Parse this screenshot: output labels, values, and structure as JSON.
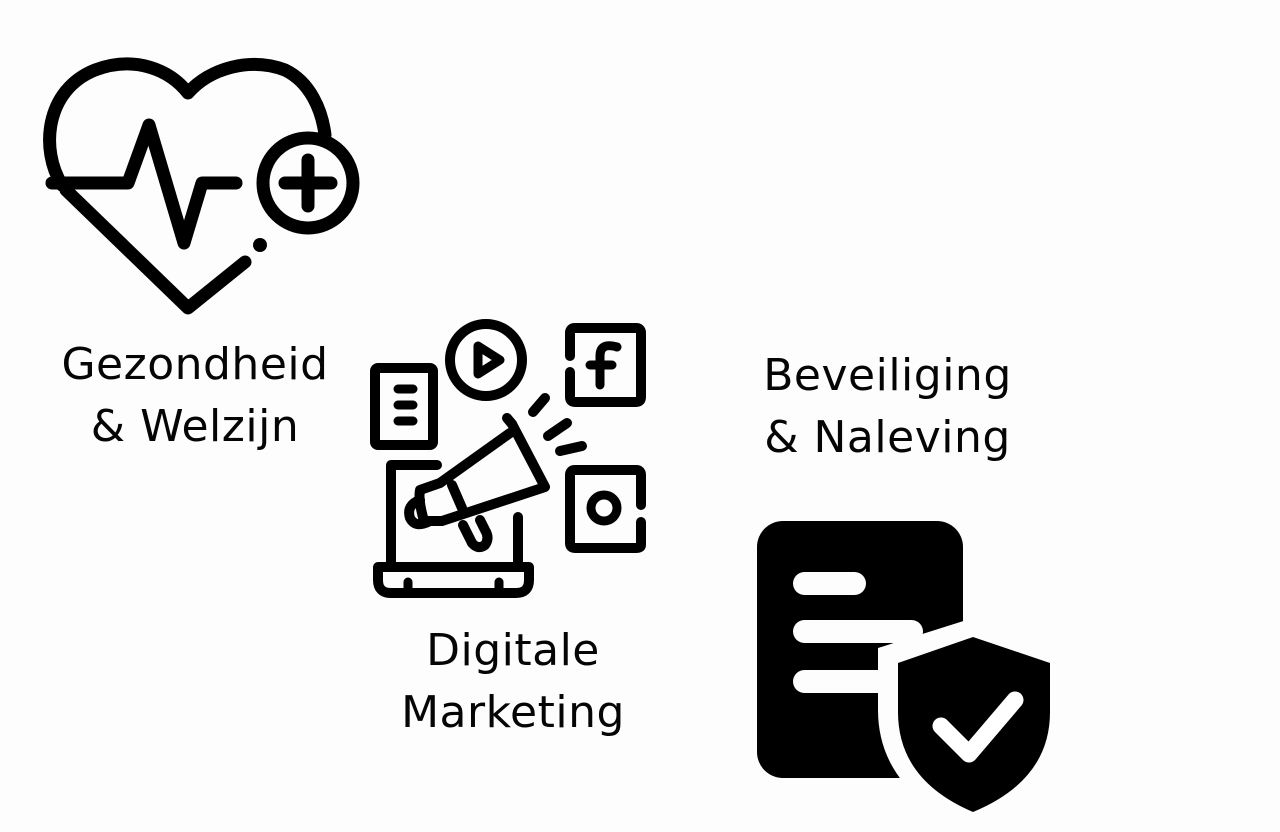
{
  "colors": {
    "background": "#fdfdfd",
    "foreground": "#000000"
  },
  "categories": [
    {
      "id": "health",
      "icon": "heart-pulse-plus-icon",
      "line1": "Gezondheid",
      "line2": "& Welzijn"
    },
    {
      "id": "marketing",
      "icon": "megaphone-laptop-social-icon",
      "line1": "Digitale",
      "line2": "Marketing"
    },
    {
      "id": "security",
      "icon": "document-shield-check-icon",
      "line1": "Beveiliging",
      "line2": "& Naleving"
    }
  ]
}
